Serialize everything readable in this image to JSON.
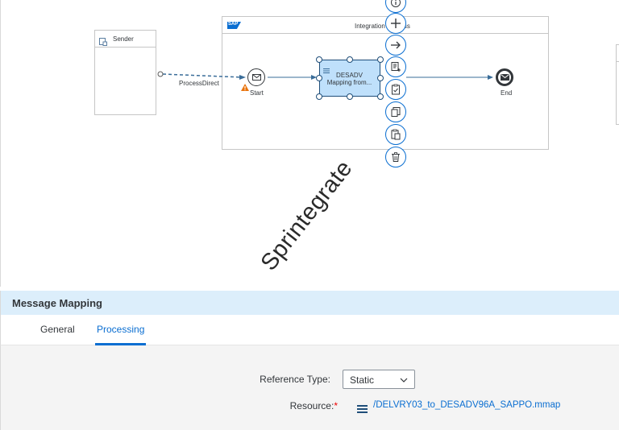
{
  "canvas": {
    "sender_label": "Sender",
    "integration_title": "Integration Process",
    "sap_logo": "SAP",
    "connection_label": "ProcessDirect",
    "start_label": "Start",
    "end_label": "End",
    "step_title": "DESADV",
    "step_subtitle": "Mapping from...",
    "warning_icon": "warning-icon",
    "context_buttons": [
      "info-icon",
      "add-icon",
      "arrow-right-icon",
      "list-add-icon",
      "clipboard-check-icon",
      "copy-icon",
      "paste-icon",
      "delete-icon"
    ]
  },
  "watermark": "Sprintegrate",
  "panel": {
    "title": "Message Mapping",
    "tabs": [
      {
        "label": "General",
        "active": false
      },
      {
        "label": "Processing",
        "active": true
      }
    ]
  },
  "form": {
    "reference_type_label": "Reference Type:",
    "reference_type_value": "Static",
    "resource_label": "Resource:",
    "resource_required": "*",
    "resource_link": "/DELVRY03_to_DESADV96A_SAPPO.mmap"
  },
  "colors": {
    "accent": "#0a6ed1",
    "panel_header": "#dceefb",
    "warning": "#e9730c"
  }
}
